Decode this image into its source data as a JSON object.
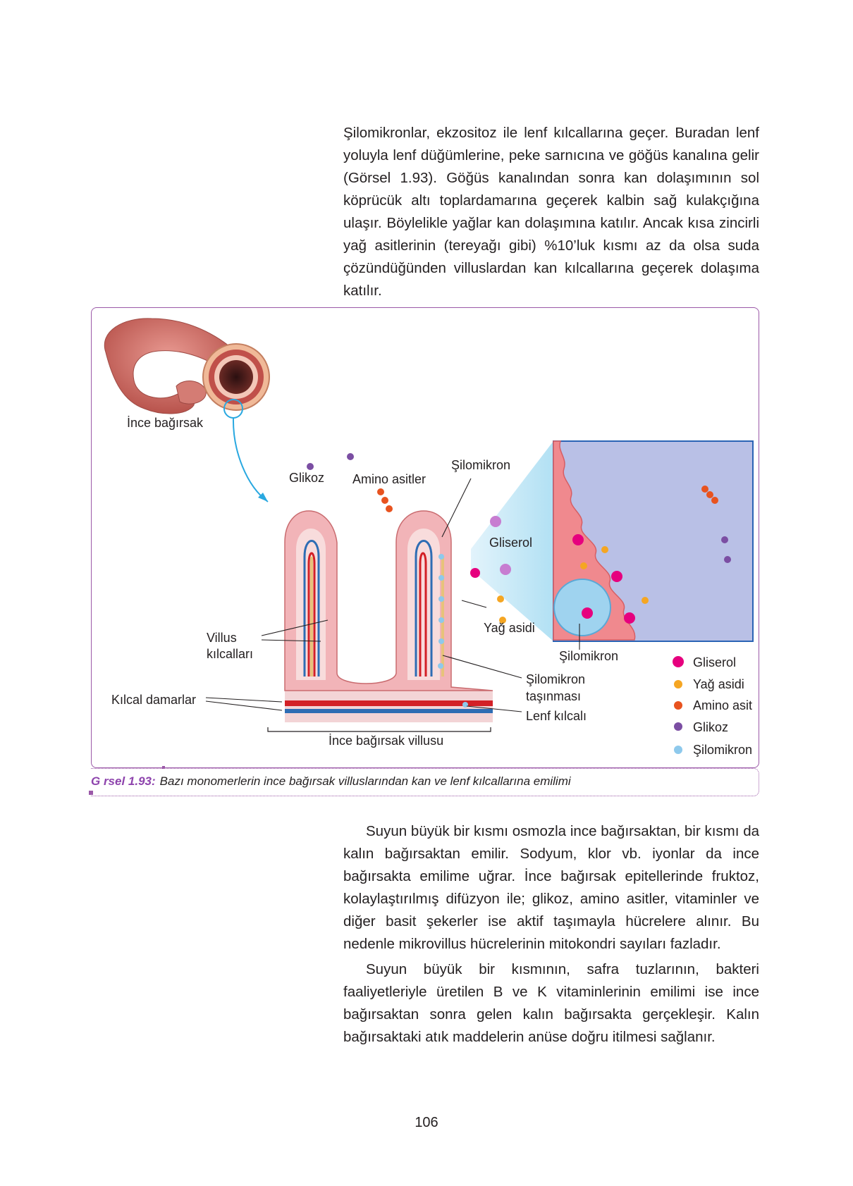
{
  "body": {
    "paragraph1": "Şilomikronlar, ekzositoz ile lenf kılcallarına geçer. Buradan lenf yoluyla lenf düğümlerine, peke sarnıcına ve göğüs kanalına gelir (Görsel 1.93). Göğüs kanalından sonra kan dolaşımının sol köprücük altı toplardamarına geçerek kalbin sağ kulakçığına ulaşır. Böylelikle yağlar kan dolaşımına katılır. Ancak kısa zincirli yağ asitlerinin (tereyağı gibi) %10’luk kısmı az da olsa suda çözündüğünden villuslardan kan kılcallarına geçerek dolaşıma katılır.",
    "paragraph2": "Suyun büyük bir kısmı osmozla ince bağırsaktan, bir kısmı da kalın bağırsaktan emilir. Sodyum, klor vb. iyonlar da ince bağırsakta emilime uğrar. İnce bağırsak epitellerinde fruktoz, kolaylaştırılmış difüzyon ile; glikoz, amino asitler, vitaminler ve diğer basit şekerler ise aktif taşımayla hücrelere alınır. Bu nedenle mikrovillus hücrelerinin mitokondri sayıları fazladır.",
    "paragraph3": "Suyun büyük bir kısmının, safra tuzlarının, bakteri faaliyetleriyle üretilen B ve K vitaminlerinin emilimi ise ince bağırsaktan sonra gelen kalın bağırsakta gerçekleşir. Kalın bağırsaktaki atık maddelerin anüse doğru itilmesi sağlanır."
  },
  "figure": {
    "labels": {
      "small_intestine": "İnce bağırsak",
      "glucose": "Glikoz",
      "amino_acids": "Amino asitler",
      "chylomicron_top": "Şilomikron",
      "glycerol": "Gliserol",
      "fatty_acid": "Yağ asidi",
      "villus_capillaries_1": "Villus",
      "villus_capillaries_2": "kılcalları",
      "capillaries": "Kılcal damarlar",
      "chylomicron_zoom": "Şilomikron",
      "chylomicron_transport_1": "Şilomikron",
      "chylomicron_transport_2": "taşınması",
      "lymph_capillary": "Lenf kılcalı",
      "villus": "İnce bağırsak villusu"
    },
    "legend": [
      {
        "label": "Gliserol",
        "color": "#e6007e"
      },
      {
        "label": "Yağ asidi",
        "color": "#f5a623"
      },
      {
        "label": "Amino asit",
        "color": "#e8531f"
      },
      {
        "label": "Glikoz",
        "color": "#7b4ea3"
      },
      {
        "label": "Şilomikron",
        "color": "#8ec9ec"
      }
    ],
    "caption_label": "G rsel 1.93:",
    "caption_text": "Bazı monomerlerin ince bağırsak villuslarından kan ve lenf kılcallarına emilimi"
  },
  "page_number": "106"
}
